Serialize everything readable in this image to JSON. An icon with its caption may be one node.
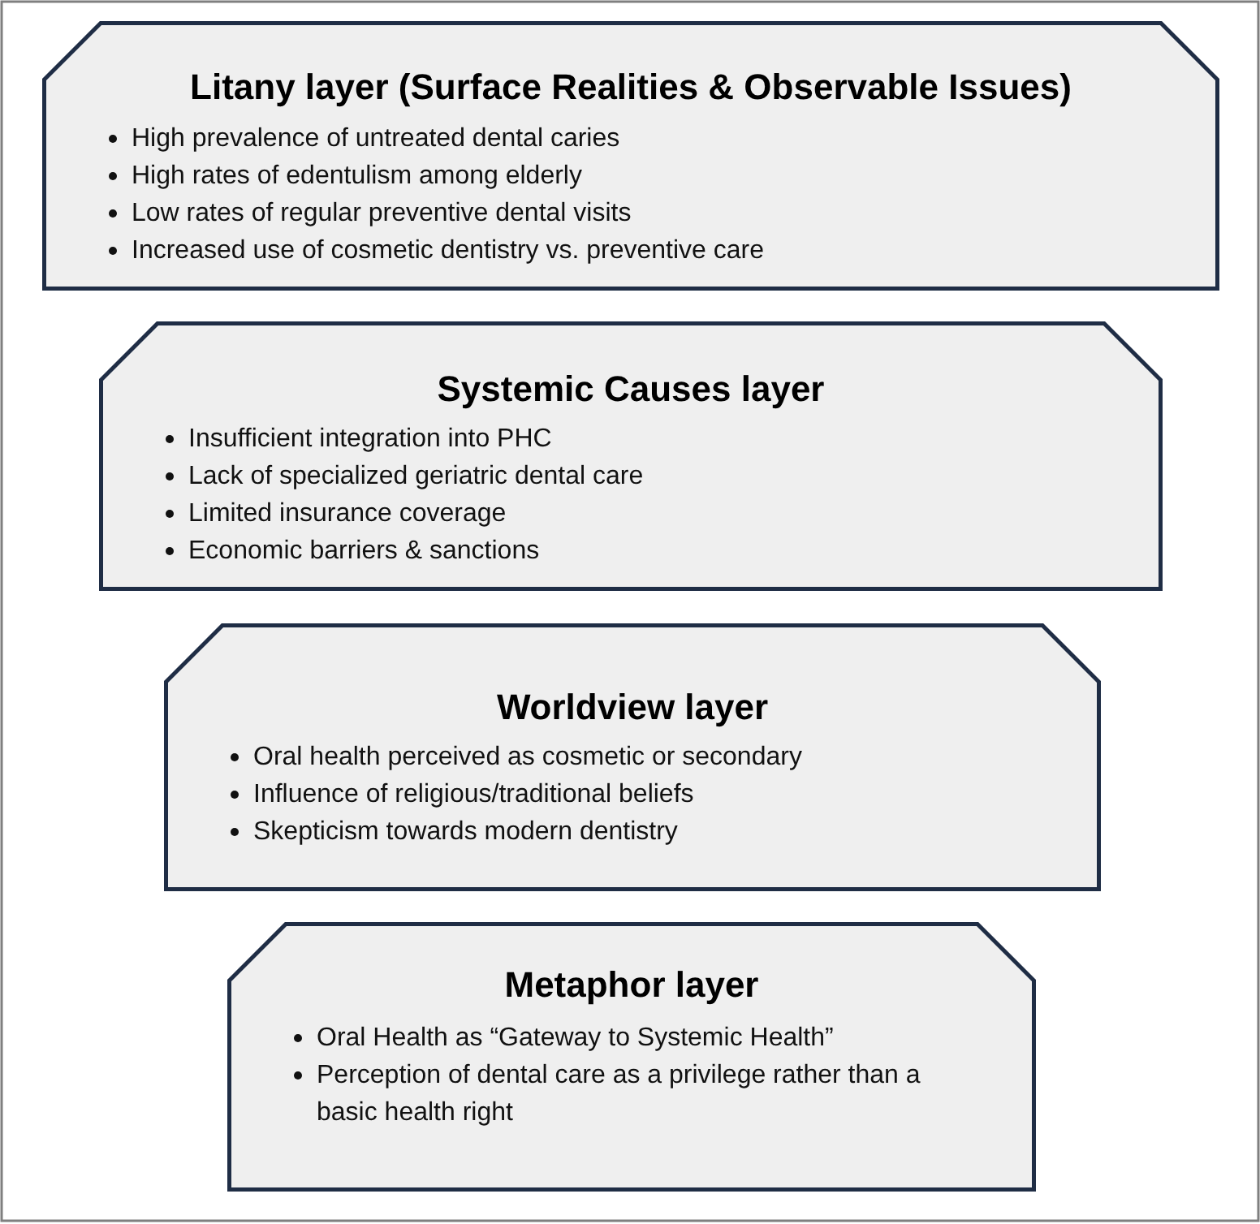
{
  "diagram": {
    "nodes": [
      {
        "text": [
          "Litany layer (Surface Realities & Observable Issues)",
          "High prevalence of untreated dental caries",
          "High rates of edentulism among elderly",
          "Low rates of regular preventive dental visits",
          "Increased use of cosmetic dentistry vs. preventive care"
        ]
      },
      {
        "text": [
          "Systemic Causes layer",
          "Insufficient integration into PHC",
          "Lack of specialized geriatric dental care",
          "Limited insurance coverage",
          "Economic barriers & sanctions"
        ]
      },
      {
        "text": [
          "Worldview layer",
          "Oral health perceived as cosmetic or secondary",
          "Influence of religious/traditional beliefs",
          "Skepticism towards modern dentistry"
        ]
      },
      {
        "text": [
          "Metaphor layer",
          "Oral Health as “Gateway to Systemic Health”",
          "Perception of dental care as a privilege rather than a basic health right"
        ]
      }
    ],
    "edges": []
  }
}
